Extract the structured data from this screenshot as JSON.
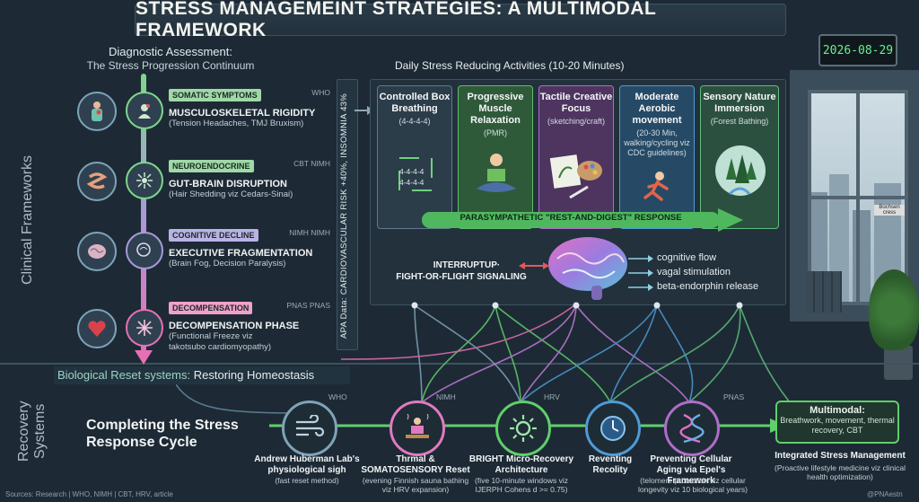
{
  "title": "STRESS MANAGEMEINT STRATEGIES: A MULTIMODAL FRAMEWORK",
  "date": "2026-08-29",
  "side_labels": {
    "clinical": "Clinical Frameworks",
    "recovery": "Recovery Systems"
  },
  "diagnostic": {
    "heading": "Diagnostic Assessment:",
    "subheading": "The Stress Progression Continuum",
    "stages": [
      {
        "tag": "SOMATIC SYMPTOMS",
        "sources": "WHO",
        "title": "MUSCULOSKELETAL RIGIDITY",
        "desc": "(Tension Headaches, TMJ Bruxism)",
        "color": "#9fd9a8"
      },
      {
        "tag": "NEUROENDOCRINE",
        "sources": "CBT  NIMH",
        "title": "GUT-BRAIN DISRUPTION",
        "desc": "(Hair Shedding viz Cedars-Sinai)",
        "color": "#9fd9a8"
      },
      {
        "tag": "COGNITIVE DECLINE",
        "sources": "NIMH  NIMH",
        "title": "EXECUTIVE FRAGMENTATION",
        "desc": "(Brain Fog, Decision Paralysis)",
        "color": "#b9b3e6"
      },
      {
        "tag": "DECOMPENSATION",
        "sources": "PNAS  PNAS",
        "title": "DECOMPENSATION PHASE",
        "desc": "(Functional Freeze viz takotsubo cardiomyopathy)",
        "color": "#f0a0cc"
      }
    ]
  },
  "apa_text": "APA Data: CARDIOVASCULAR RISK +40%, INSOMNIA 43%",
  "activities": {
    "heading": "Daily Stress Reducing Activities (10-20 Minutes)",
    "cards": [
      {
        "title": "Controlled Box Breathing",
        "sub": "(4-4-4-4)",
        "color": "#5f7a8c",
        "bg": "#2c3d4a"
      },
      {
        "title": "Progressive Muscle Relaxation",
        "sub": "(PMR)",
        "color": "#5fbf6a",
        "bg": "#2f5a3a"
      },
      {
        "title": "Tactile Creative Focus",
        "sub": "(sketching/craft)",
        "color": "#b06cc9",
        "bg": "#4e3560"
      },
      {
        "title": "Moderate Aerobic movement",
        "sub": "(20-30 Min, walking/cycling viz CDC guidelines)",
        "color": "#4e9bd6",
        "bg": "#264a66"
      },
      {
        "title": "Sensory Nature Immersion",
        "sub": "(Forest Bathing)",
        "color": "#5fbf7a",
        "bg": "#2c5040"
      }
    ],
    "box_digits": "4-4-4-4"
  },
  "parasympathetic": "PARASYMPATHETIC \"REST-AND-DIGEST\" RESPONSE",
  "interrupt": {
    "line1": "INTERRUPTUP·",
    "line2": "FIGHT-OR-FLIGHT SIGNALING"
  },
  "brain_outputs": [
    "cognitive flow",
    "vagal stimulation",
    "beta-endorphin release"
  ],
  "window_sign": "Bochsen cress",
  "bio_reset": {
    "label": "Biological Reset systems:",
    "rest": "Restoring Homeostasis"
  },
  "completing": "Completing the Stress Response Cycle",
  "recovery": [
    {
      "source": "WHO",
      "title": "Andrew Huberman Lab's physiological sigh",
      "sub": "(fast reset method)",
      "color": "#7fa3b8"
    },
    {
      "source": "NIMH",
      "title": "Thrmal & SOMATOSENSORY Reset",
      "sub": "(evening Finnish sauna bathing viz HRV expansion)",
      "color": "#e07ac0"
    },
    {
      "source": "HRV",
      "title": "BRIGHT Micro-Recovery Architecture",
      "sub": "(five 10-minute windows viz IJERPH Cohens d >= 0.75)",
      "color": "#5fcf6a"
    },
    {
      "source": "",
      "title": "Reventing Recolity",
      "sub": "",
      "color": "#4e9bd6"
    },
    {
      "source": "PNAS",
      "title": "Preventing Cellular Aging via Epel's Framework",
      "sub": "(telomere protection viz cellular longevity viz 10 biological years)",
      "color": "#b06cc9"
    }
  ],
  "multimodal": {
    "title": "Multimodal:",
    "sub": "Breathwork, movement, thermal recovery, CBT"
  },
  "integrated": {
    "title": "Integrated Stress Management",
    "sub": "(Proactive lifestyle medicine viz clinical health optimization)"
  },
  "footer": {
    "sources": "Sources: Research | WHO, NIMH | CBT, HRV, article",
    "credit": "@PNAestn"
  }
}
